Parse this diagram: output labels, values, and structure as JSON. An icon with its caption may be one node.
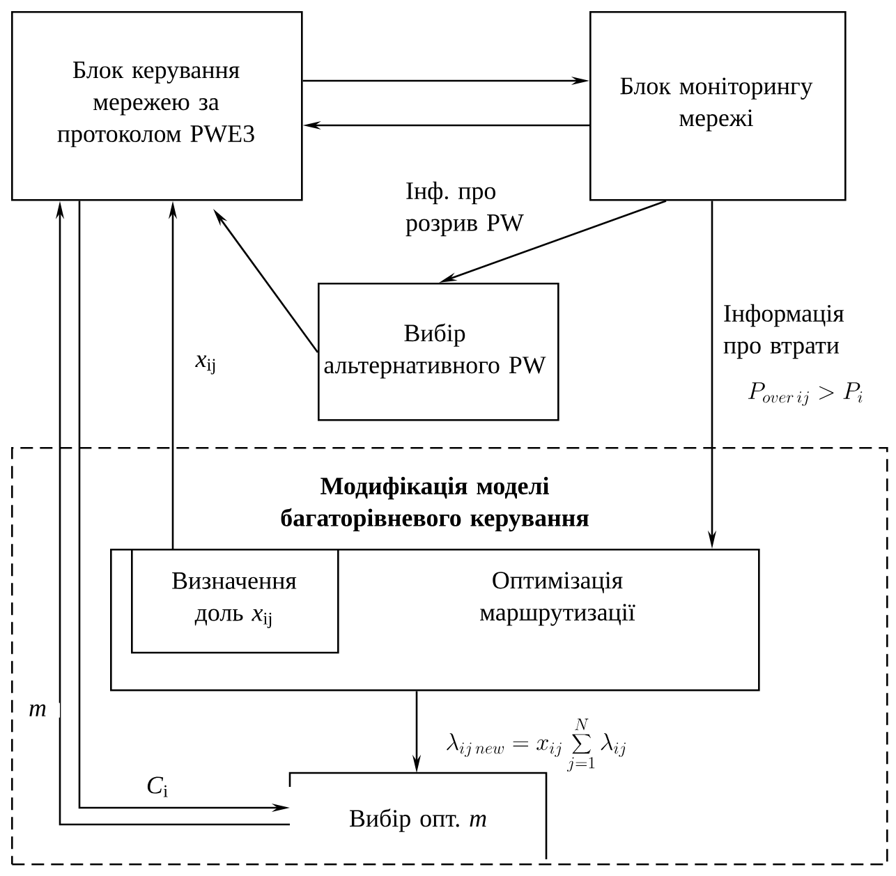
{
  "diagram": {
    "nodes": [
      {
        "text": [
          "Блок керування мережею за протоколом PWE3"
        ]
      },
      {
        "text": [
          "Блок моніторингу мережі"
        ]
      },
      {
        "text": [
          "Вибір альтернативного PW"
        ]
      },
      {
        "text": [
          "Модифікація моделі багаторівневого керування"
        ]
      },
      {
        "text": [
          "Оптимізація маршрутизації"
        ],
        "in": 3
      },
      {
        "text": [
          "Визначення доль *x*$_{ij}$"
        ],
        "in": 4
      },
      {
        "text": [
          "Вибір опт. *m*"
        ],
        "in": 3
      }
    ],
    "edges": [
      {
        "from": 0,
        "to": 1,
        "arrow": "to"
      },
      {
        "from": 1,
        "to": 0,
        "arrow": "to"
      },
      {
        "from": 1,
        "to": 2,
        "arrow": "to",
        "label": "Інф. про розрив PW"
      },
      {
        "from": 2,
        "to": 0,
        "arrow": "to"
      },
      {
        "from": 5,
        "to": 0,
        "arrow": "to",
        "label": "*x*$_{ij}$"
      },
      {
        "from": 1,
        "to": 4,
        "arrow": "to",
        "label": "Інформація про втрати"
      },
      {
        "from": 4,
        "to": 6,
        "arrow": "to",
        "label": "\\lambda_{ij\\,new} = x_{ij} \\sum_{j=1}^{N} \\lambda_{ij}"
      },
      {
        "from": 0,
        "to": 6,
        "arrow": "to",
        "label": "*C*$_{i}$"
      },
      {
        "from": 6,
        "to": 0,
        "arrow": "to",
        "label": "*m*"
      }
    ],
    "labels": [
      "P_{over\\,ij} > P_{i}"
    ]
  }
}
